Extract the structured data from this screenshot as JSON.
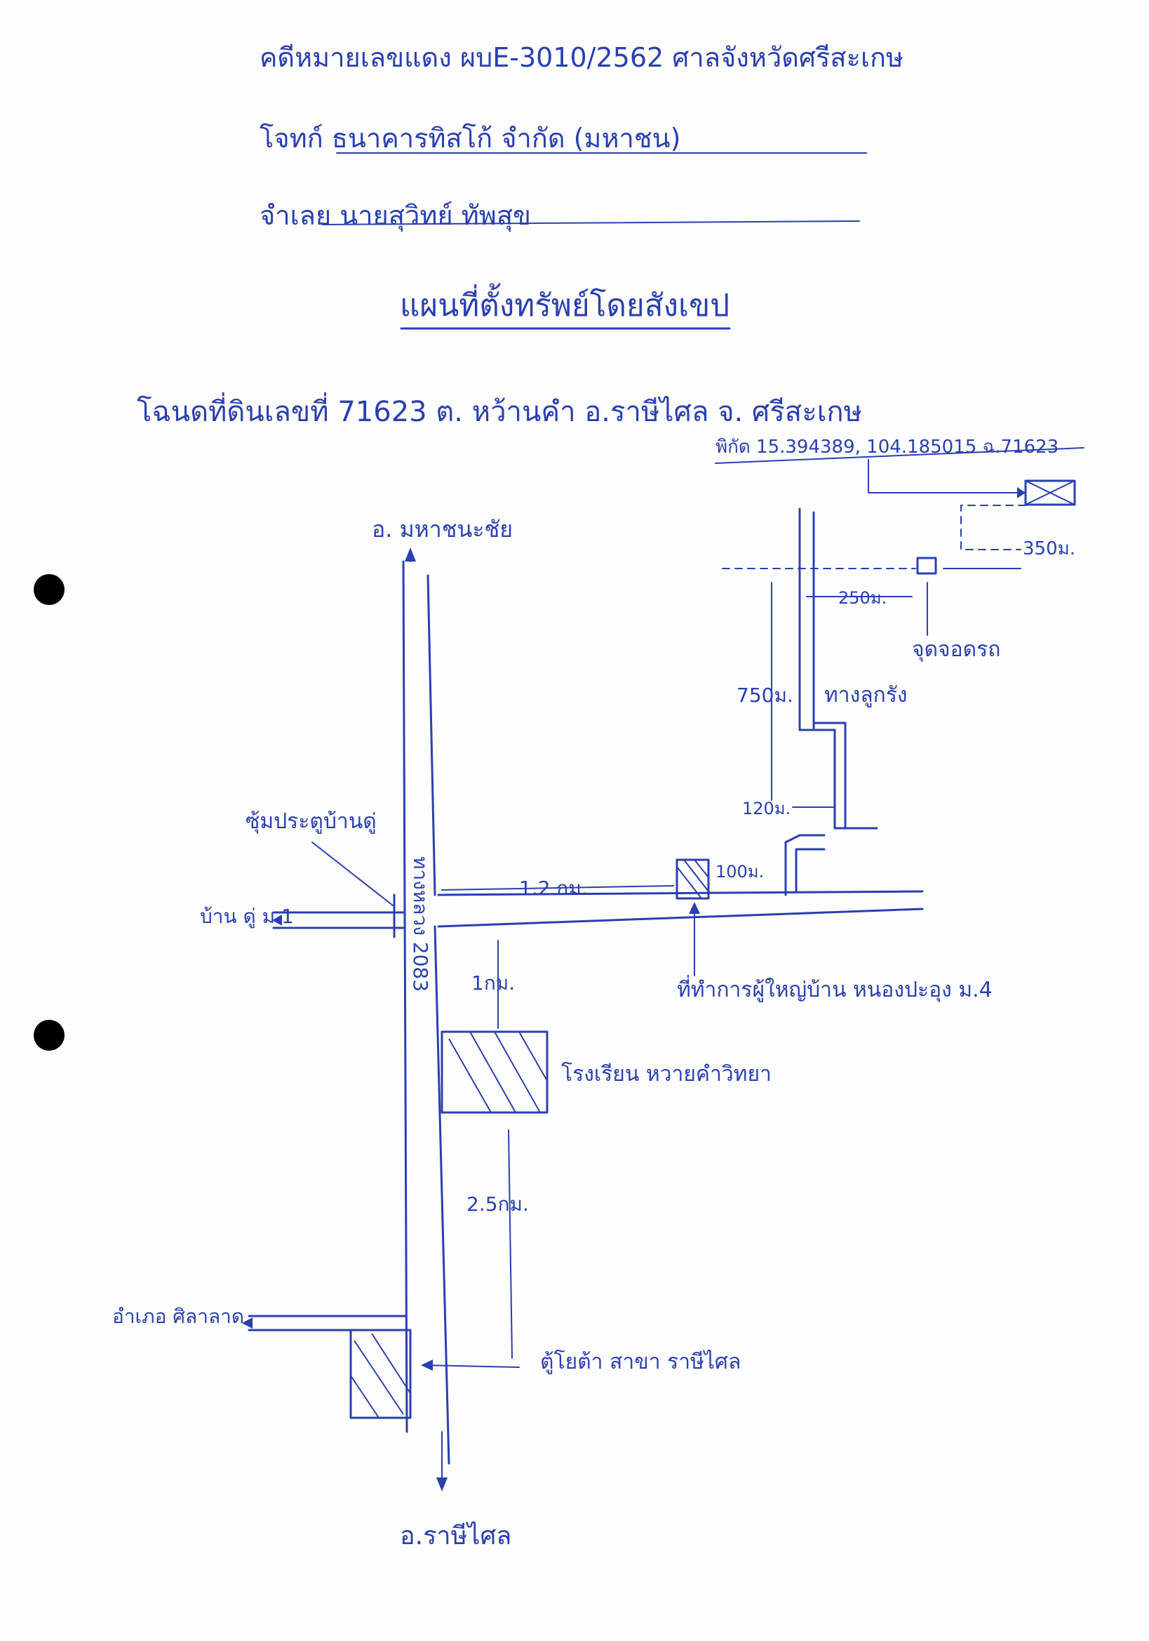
{
  "header": {
    "case_line": "คดีหมายเลขแดง ผบE-3010/2562 ศาลจังหวัดศรีสะเกษ",
    "plaintiff": "โจทก์ ธนาคารทิสโก้ จำกัด (มหาชน)",
    "defendant": "จำเลย นายสุวิทย์ ทัพสุข",
    "map_title": "แผนที่ตั้งทรัพย์โดยสังเขป",
    "land_title": "โฉนดที่ดินเลขที่ 71623 ต. หว้านคำ อ.ราษีไศล จ. ศรีสะเกษ",
    "coordinates": "พิกัด 15.394389, 104.185015 ฉ.71623"
  },
  "map_labels": {
    "north_destination": "อ. มหาชนะชัย",
    "south_destination": "อ.ราษีไศล",
    "highway": "ทางหลวง 2083",
    "arch": "ซุ้มประตูบ้านดู่",
    "west_village": "บ้าน ดู่ ม.1",
    "dist_1_2km": "1.2 กม.",
    "dist_100m": "100ม.",
    "dist_120m": "120ม.",
    "dist_750m": "750ม.",
    "dist_250m": "250ม.",
    "dist_350m": "350ม.",
    "dirt_road": "ทางลูกรัง",
    "end_point": "จุดจอดรถ",
    "headman_office": "ที่ทำการผู้ใหญ่บ้าน หนองปะอุง ม.4",
    "dist_1km": "1กม.",
    "school": "โรงเรียน หวายคำวิทยา",
    "dist_2_5km": "2.5กม.",
    "toyota": "ตู้โยต้า สาขา ราษีไศล",
    "sila_district": "อำเภอ ศิลาลาด"
  },
  "colors": {
    "ink": "#2a3fb0",
    "paper": "#fdfdfd",
    "punch_hole": "#000000"
  }
}
